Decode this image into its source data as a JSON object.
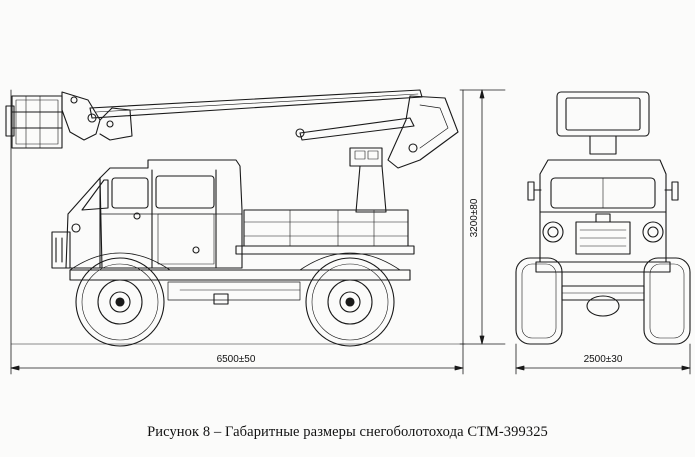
{
  "dimensions": {
    "length": "6500±50",
    "width": "2500±30",
    "height": "3200±80"
  },
  "caption": "Рисунок 8 – Габаритные размеры снегоболотохода СТМ-399325"
}
